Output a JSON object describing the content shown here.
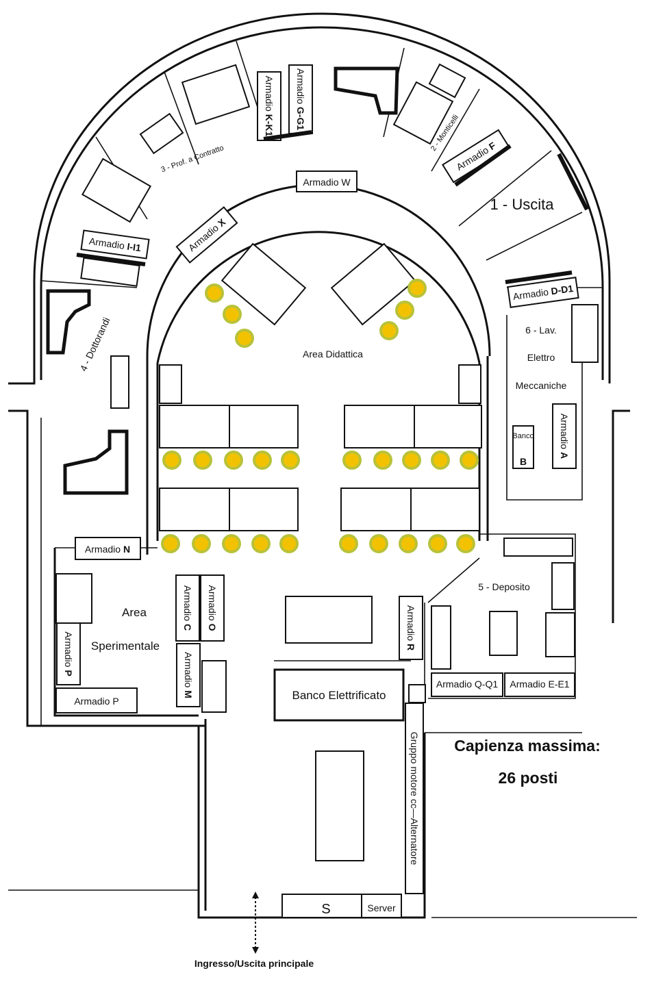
{
  "rooms": {
    "uscita": "1 - Uscita",
    "monticelli": "2 - Monticelli",
    "prof_contratto": "3 - Prof. a Contratto",
    "dottorandi": "4 - Dottorandi",
    "deposito": "5 - Deposito",
    "lav_line1": "6 - Lav.",
    "lav_line2": "Elettro",
    "lav_line3": "Meccaniche",
    "area_didattica": "Area Didattica",
    "area_sper_line1": "Area",
    "area_sper_line2": "Sperimentale"
  },
  "cabinets": {
    "prefix": "Armadio",
    "w": "W",
    "x": "X",
    "kk1": "K-K1",
    "gg1": "G-G1",
    "f": "F",
    "ii1": "I-I1",
    "dd1": "D-D1",
    "a": "A",
    "n": "N",
    "c": "C",
    "o": "O",
    "p": "P",
    "m": "M",
    "r": "R",
    "qq1": "Armadio Q-Q1",
    "ee1": "Armadio E-E1",
    "p_full": "Armadio P"
  },
  "equipment": {
    "banco_b_line1": "Banco",
    "banco_b_line2": "B",
    "banco_elettrificato": "Banco Elettrificato",
    "gruppo_motore": "Gruppo motore cc—Alternatore",
    "s": "S",
    "server": "Server"
  },
  "capacity": {
    "line1": "Capienza massima:",
    "line2": "26 posti"
  },
  "entrance": "Ingresso/Uscita principale"
}
